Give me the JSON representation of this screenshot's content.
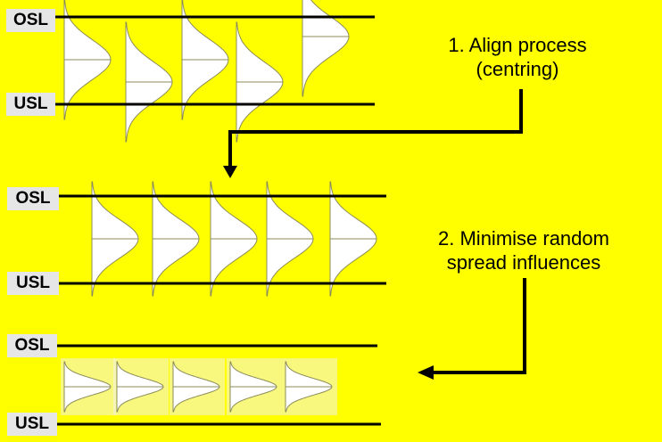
{
  "labels": {
    "upper": "OSL",
    "lower": "USL"
  },
  "steps": [
    {
      "line1": "1. Align process",
      "line2": "(centring)"
    },
    {
      "line1": "2. Minimise random",
      "line2": "spread influences"
    }
  ],
  "colors": {
    "background": "#ffff00",
    "label_bg": "#e6e6e6",
    "line": "#000000",
    "curve_fill": "#ffffff",
    "curve_stroke": "#8c8c5a"
  }
}
